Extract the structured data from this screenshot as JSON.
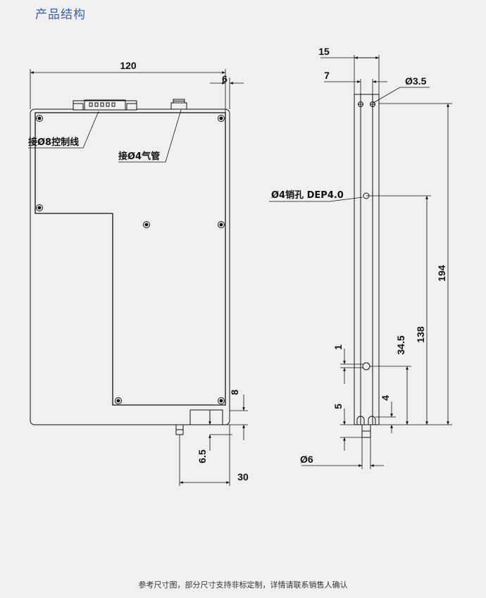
{
  "header": {
    "title": "产品结构"
  },
  "front_view": {
    "dims": {
      "width": "120",
      "side_gap": "6",
      "bottom_gap": "8",
      "stub_length": "6.5",
      "stub_offset": "30"
    },
    "labels": {
      "control_line": "接Ø8控制线",
      "air_tube": "接Ø4气管"
    }
  },
  "side_view": {
    "dims": {
      "top_width": "15",
      "hole_offset": "7",
      "hole_dia": "Ø3.5",
      "height_total": "194",
      "pin_height": "138",
      "slot_height": "34.5",
      "slot_width": "1",
      "bottom_4": "4",
      "bottom_5": "5",
      "stub_dia": "Ø6"
    },
    "labels": {
      "pin_hole": "Ø4销孔 DEP4.0"
    }
  },
  "footer": {
    "note": "参考尺寸图，部分尺寸支持非标定制，详情请联系销售人确认"
  }
}
